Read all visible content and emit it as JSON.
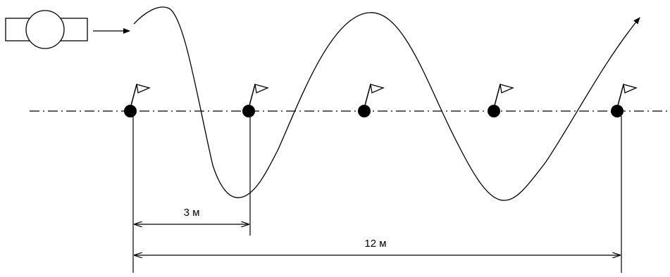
{
  "diagram": {
    "dimensions": {
      "short_label": "3 м",
      "long_label": "12 м"
    },
    "flag_count": 5,
    "colors": {
      "stroke": "#000000",
      "background": "#ffffff"
    }
  }
}
